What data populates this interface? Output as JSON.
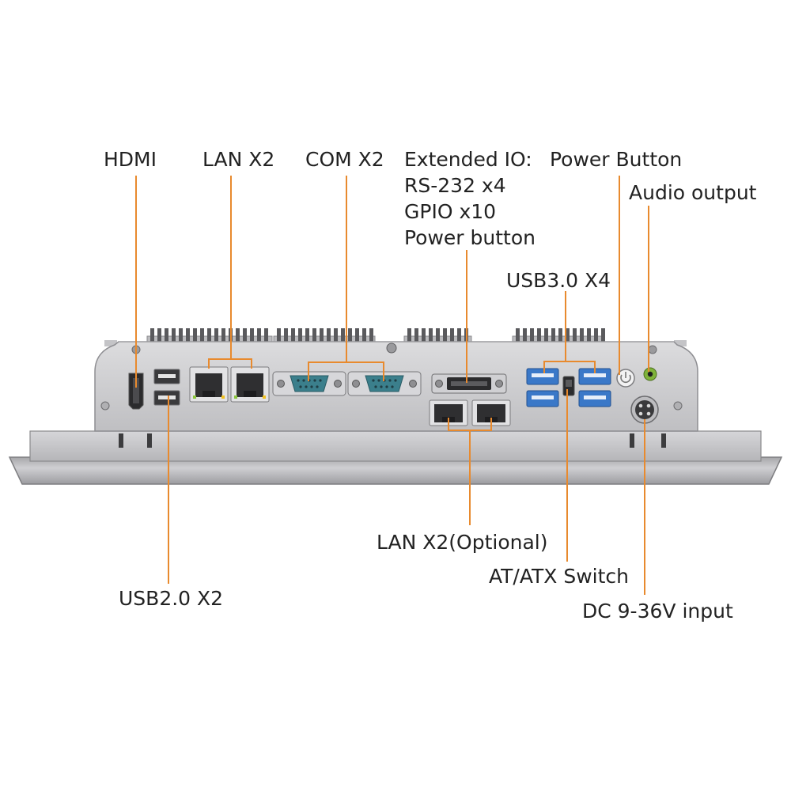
{
  "labels": {
    "hdmi": "HDMI",
    "lan_top": "LAN X2",
    "com": "COM X2",
    "ext_io": [
      "Extended IO:",
      "RS-232 x4",
      "GPIO x10",
      "Power button"
    ],
    "power_button": "Power Button",
    "audio_output": "Audio output",
    "usb3": "USB3.0 X4",
    "usb2": "USB2.0 X2",
    "lan_optional": "LAN X2(Optional)",
    "at_atx": "AT/ATX Switch",
    "dc_input": "DC 9-36V input"
  },
  "colors": {
    "leader": "#e88a2e",
    "chassis": "#c9c9cb",
    "chassis_dark": "#8e8e92",
    "usb3_blue": "#3a78c8",
    "com_teal": "#3b7f8c",
    "audio_green": "#7fb33a"
  }
}
